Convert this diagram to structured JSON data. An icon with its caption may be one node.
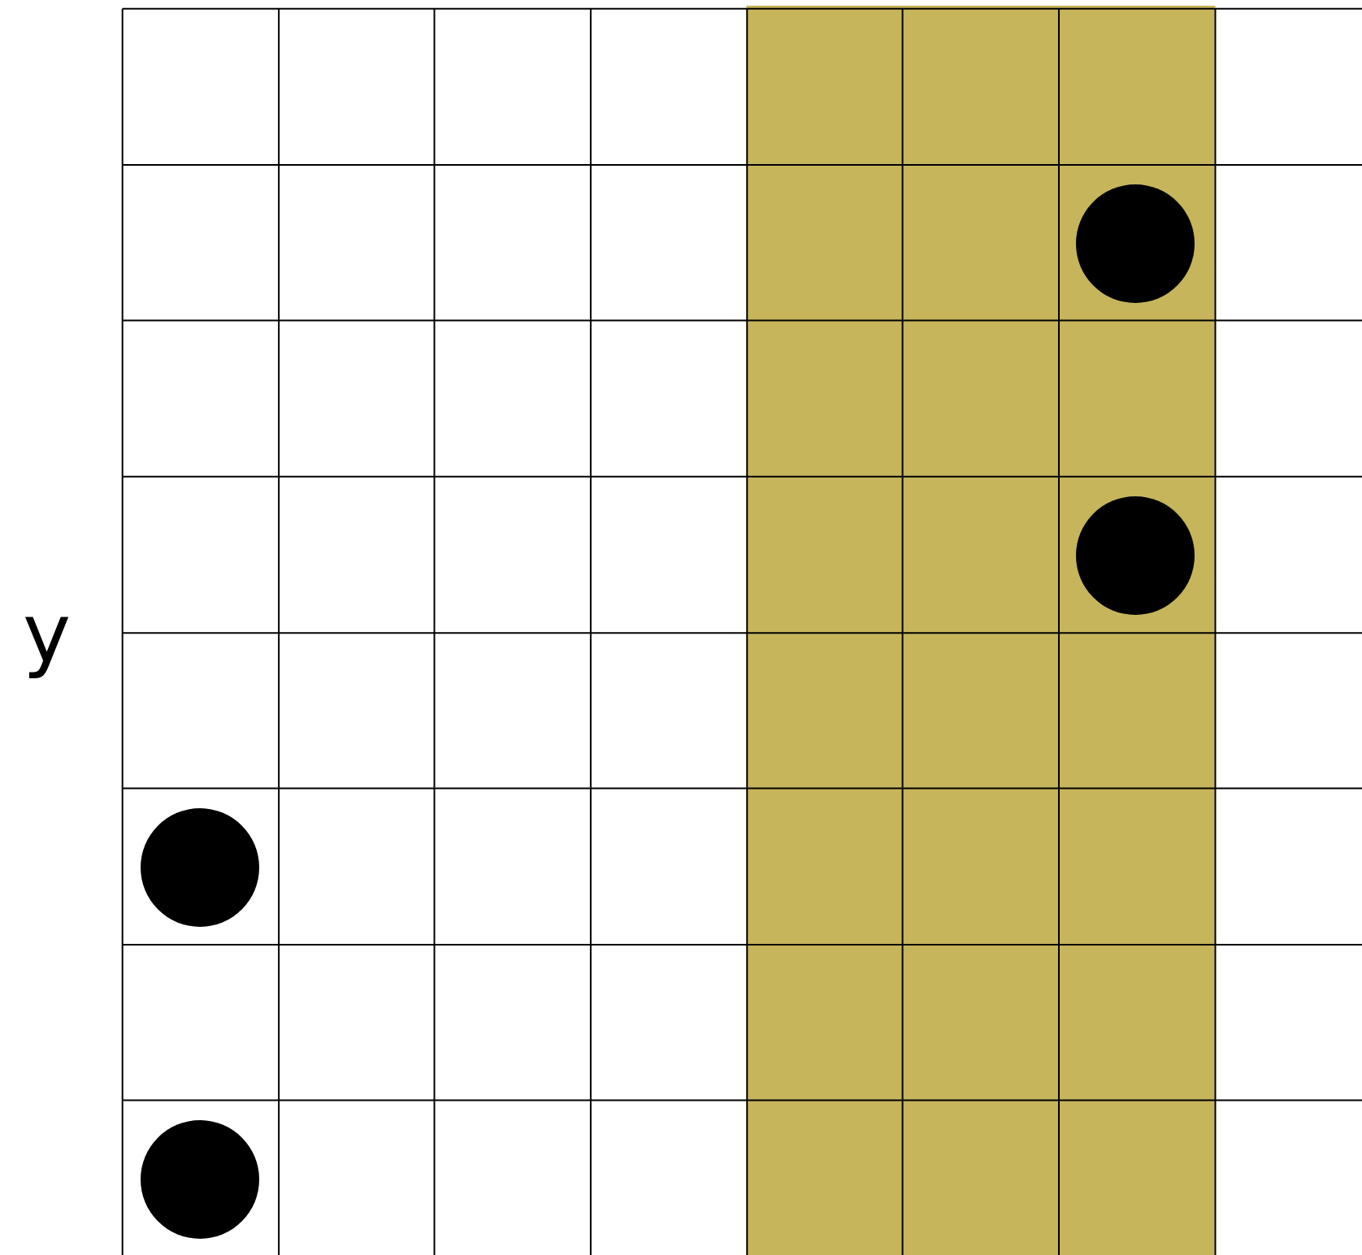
{
  "diagram": {
    "nodes": [
      {
        "text": [],
        "shape": "circle"
      },
      {
        "text": [],
        "shape": "circle"
      },
      {
        "text": [],
        "shape": "circle"
      },
      {
        "text": [],
        "shape": "circle"
      }
    ],
    "labels": [
      "y"
    ]
  }
}
